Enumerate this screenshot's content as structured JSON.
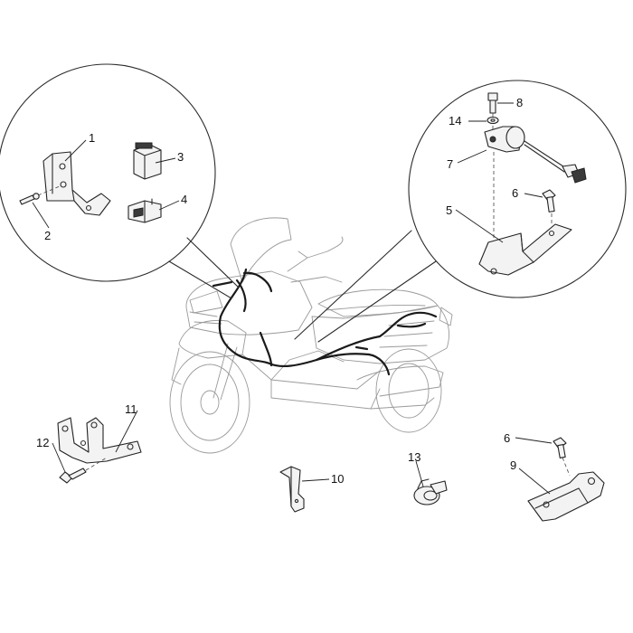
{
  "callouts": {
    "n1": "1",
    "n2": "2",
    "n3": "3",
    "n4": "4",
    "n5": "5",
    "n6a": "6",
    "n6b": "6",
    "n7": "7",
    "n8": "8",
    "n9": "9",
    "n10": "10",
    "n11": "11",
    "n12": "12",
    "n13": "13",
    "n14": "14"
  },
  "colors": {
    "line": "#2b2b2b",
    "light_line": "#9a9a9a",
    "wire": "#1a1a1a",
    "background": "#ffffff"
  }
}
